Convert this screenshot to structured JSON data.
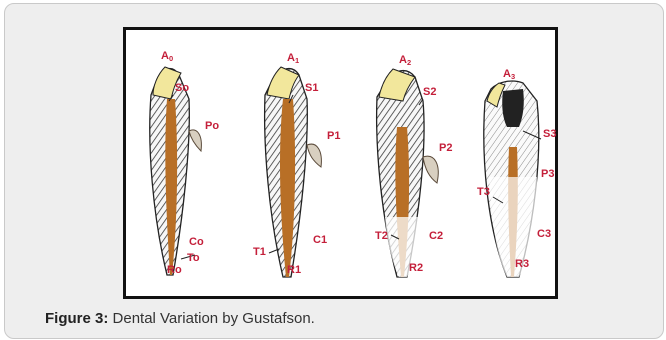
{
  "caption": {
    "label": "Figure 3:",
    "text": "Dental Variation by Gustafson."
  },
  "colors": {
    "label_red": "#c41f3a",
    "enamel_yellow": "#f2e79c",
    "pulp_brown": "#b86f26",
    "root_dark": "#2a2a2a",
    "panel_bg": "#eeeeee"
  },
  "teeth": [
    {
      "apex": "A",
      "apex_sub": "0",
      "labels": [
        {
          "main": "So",
          "sub": ""
        },
        {
          "main": "Po",
          "sub": ""
        },
        {
          "main": "Co",
          "sub": ""
        },
        {
          "main": "To",
          "sub": ""
        },
        {
          "main": "Ro",
          "sub": ""
        }
      ]
    },
    {
      "apex": "A",
      "apex_sub": "1",
      "labels": [
        {
          "main": "S1",
          "sub": ""
        },
        {
          "main": "P1",
          "sub": ""
        },
        {
          "main": "C1",
          "sub": ""
        },
        {
          "main": "T1",
          "sub": ""
        },
        {
          "main": "R1",
          "sub": ""
        }
      ]
    },
    {
      "apex": "A",
      "apex_sub": "2",
      "labels": [
        {
          "main": "S2",
          "sub": ""
        },
        {
          "main": "P2",
          "sub": ""
        },
        {
          "main": "C2",
          "sub": ""
        },
        {
          "main": "T2",
          "sub": ""
        },
        {
          "main": "R2",
          "sub": ""
        }
      ]
    },
    {
      "apex": "A",
      "apex_sub": "3",
      "labels": [
        {
          "main": "S3",
          "sub": ""
        },
        {
          "main": "P3",
          "sub": ""
        },
        {
          "main": "C3",
          "sub": ""
        },
        {
          "main": "T3",
          "sub": ""
        },
        {
          "main": "R3",
          "sub": ""
        }
      ]
    }
  ]
}
